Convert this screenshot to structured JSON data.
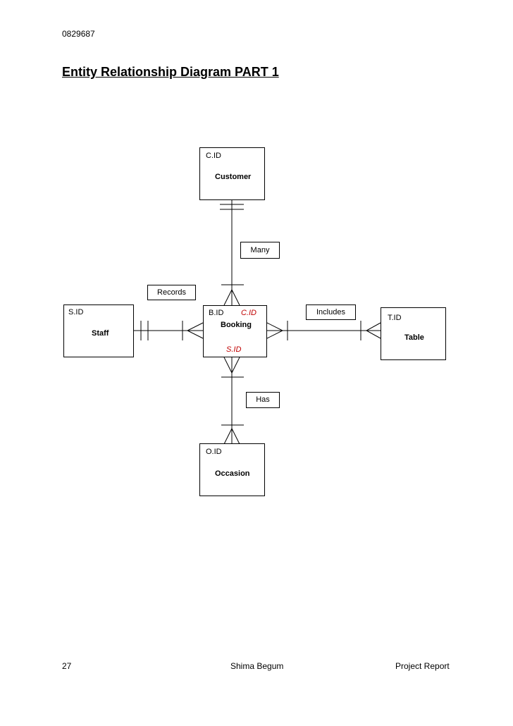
{
  "header": {
    "doc_id": "0829687"
  },
  "title": "Entity Relationship Diagram PART 1",
  "colors": {
    "foreign_key": "#c00000",
    "line": "#000000"
  },
  "entities": {
    "customer": {
      "key": "C.ID",
      "name": "Customer"
    },
    "staff": {
      "key": "S.ID",
      "name": "Staff"
    },
    "booking": {
      "key": "B.ID",
      "name": "Booking",
      "foreign_keys": [
        "C.ID",
        "S.ID"
      ]
    },
    "table": {
      "key": "T.ID",
      "name": "Table"
    },
    "occasion": {
      "key": "O.ID",
      "name": "Occasion"
    }
  },
  "relationships": {
    "customer_booking": "Many",
    "staff_booking": "Records",
    "booking_table": "Includes",
    "booking_occasion": "Has"
  },
  "footer": {
    "page_number": "27",
    "author": "Shima Begum",
    "doc_type": "Project Report"
  }
}
